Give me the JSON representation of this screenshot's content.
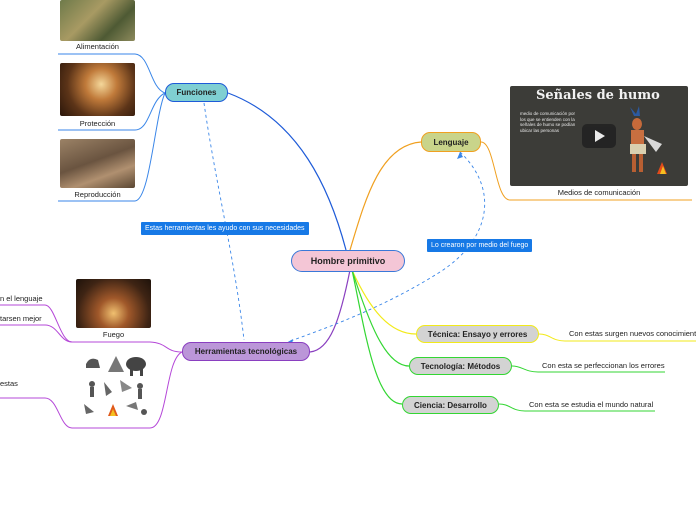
{
  "central": {
    "label": "Hombre primitivo"
  },
  "funciones": {
    "label": "Funciones",
    "items": [
      {
        "caption": "Alimentación"
      },
      {
        "caption": "Protección"
      },
      {
        "caption": "Reproducción"
      }
    ]
  },
  "lenguaje": {
    "label": "Lenguaje",
    "video_title": "Señales de humo",
    "video_text": "medio de comunicación por los que se entienden con la señales de humo se podían ubicar las personas",
    "caption": "Medios de comunicación"
  },
  "herramientas": {
    "label": "Herramientas tecnológicas",
    "fuego_caption": "Fuego",
    "left_texts": [
      "n el lenguaje",
      "tarsen mejor",
      "estas"
    ]
  },
  "tecnica": {
    "label": "Técnica: Ensayo y errores",
    "note": "Con estas surgen nuevos conocimiento"
  },
  "tecnologia": {
    "label": "Tecnología: Métodos",
    "note": "Con esta se perfeccionan los errores"
  },
  "ciencia": {
    "label": "Ciencia: Desarrollo",
    "note": "Con esta se estudia el mundo natural"
  },
  "relations": {
    "funciones_herramientas": "Estas herramientas les ayudo con sus necesidades",
    "lenguaje_fuego": "Lo crearon por medio del fuego"
  },
  "colors": {
    "central_fill": "#f4c6d6",
    "central_border": "#3a78d8",
    "funciones_fill": "#7fcfd2",
    "funciones_border": "#1e5bd8",
    "lenguaje_fill": "#c9d48a",
    "lenguaje_border": "#f0a020",
    "herramientas_fill": "#bb96d8",
    "herramientas_border": "#8a3fc0",
    "yellow_branch": "#f2ea1a",
    "green_branch": "#33d633",
    "note_blue": "#1779e6"
  }
}
